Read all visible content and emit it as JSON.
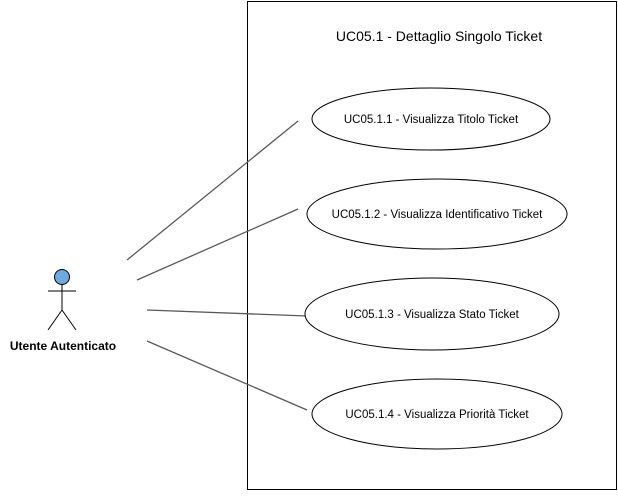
{
  "diagram": {
    "system_title": "UC05.1 - Dettaglio Singolo Ticket",
    "actor": {
      "label": "Utente Autenticato"
    },
    "use_cases": [
      {
        "label": "UC05.1.1 - Visualizza Titolo Ticket"
      },
      {
        "label": "UC05.1.2 - Visualizza Identificativo Ticket"
      },
      {
        "label": "UC05.1.3 - Visualizza Stato Ticket"
      },
      {
        "label": "UC05.1.4 - Visualizza Priorità Ticket"
      }
    ]
  },
  "colors": {
    "actor_head": "#6fa8dc",
    "stroke": "#000000",
    "association": "#595959",
    "background": "#ffffff"
  }
}
